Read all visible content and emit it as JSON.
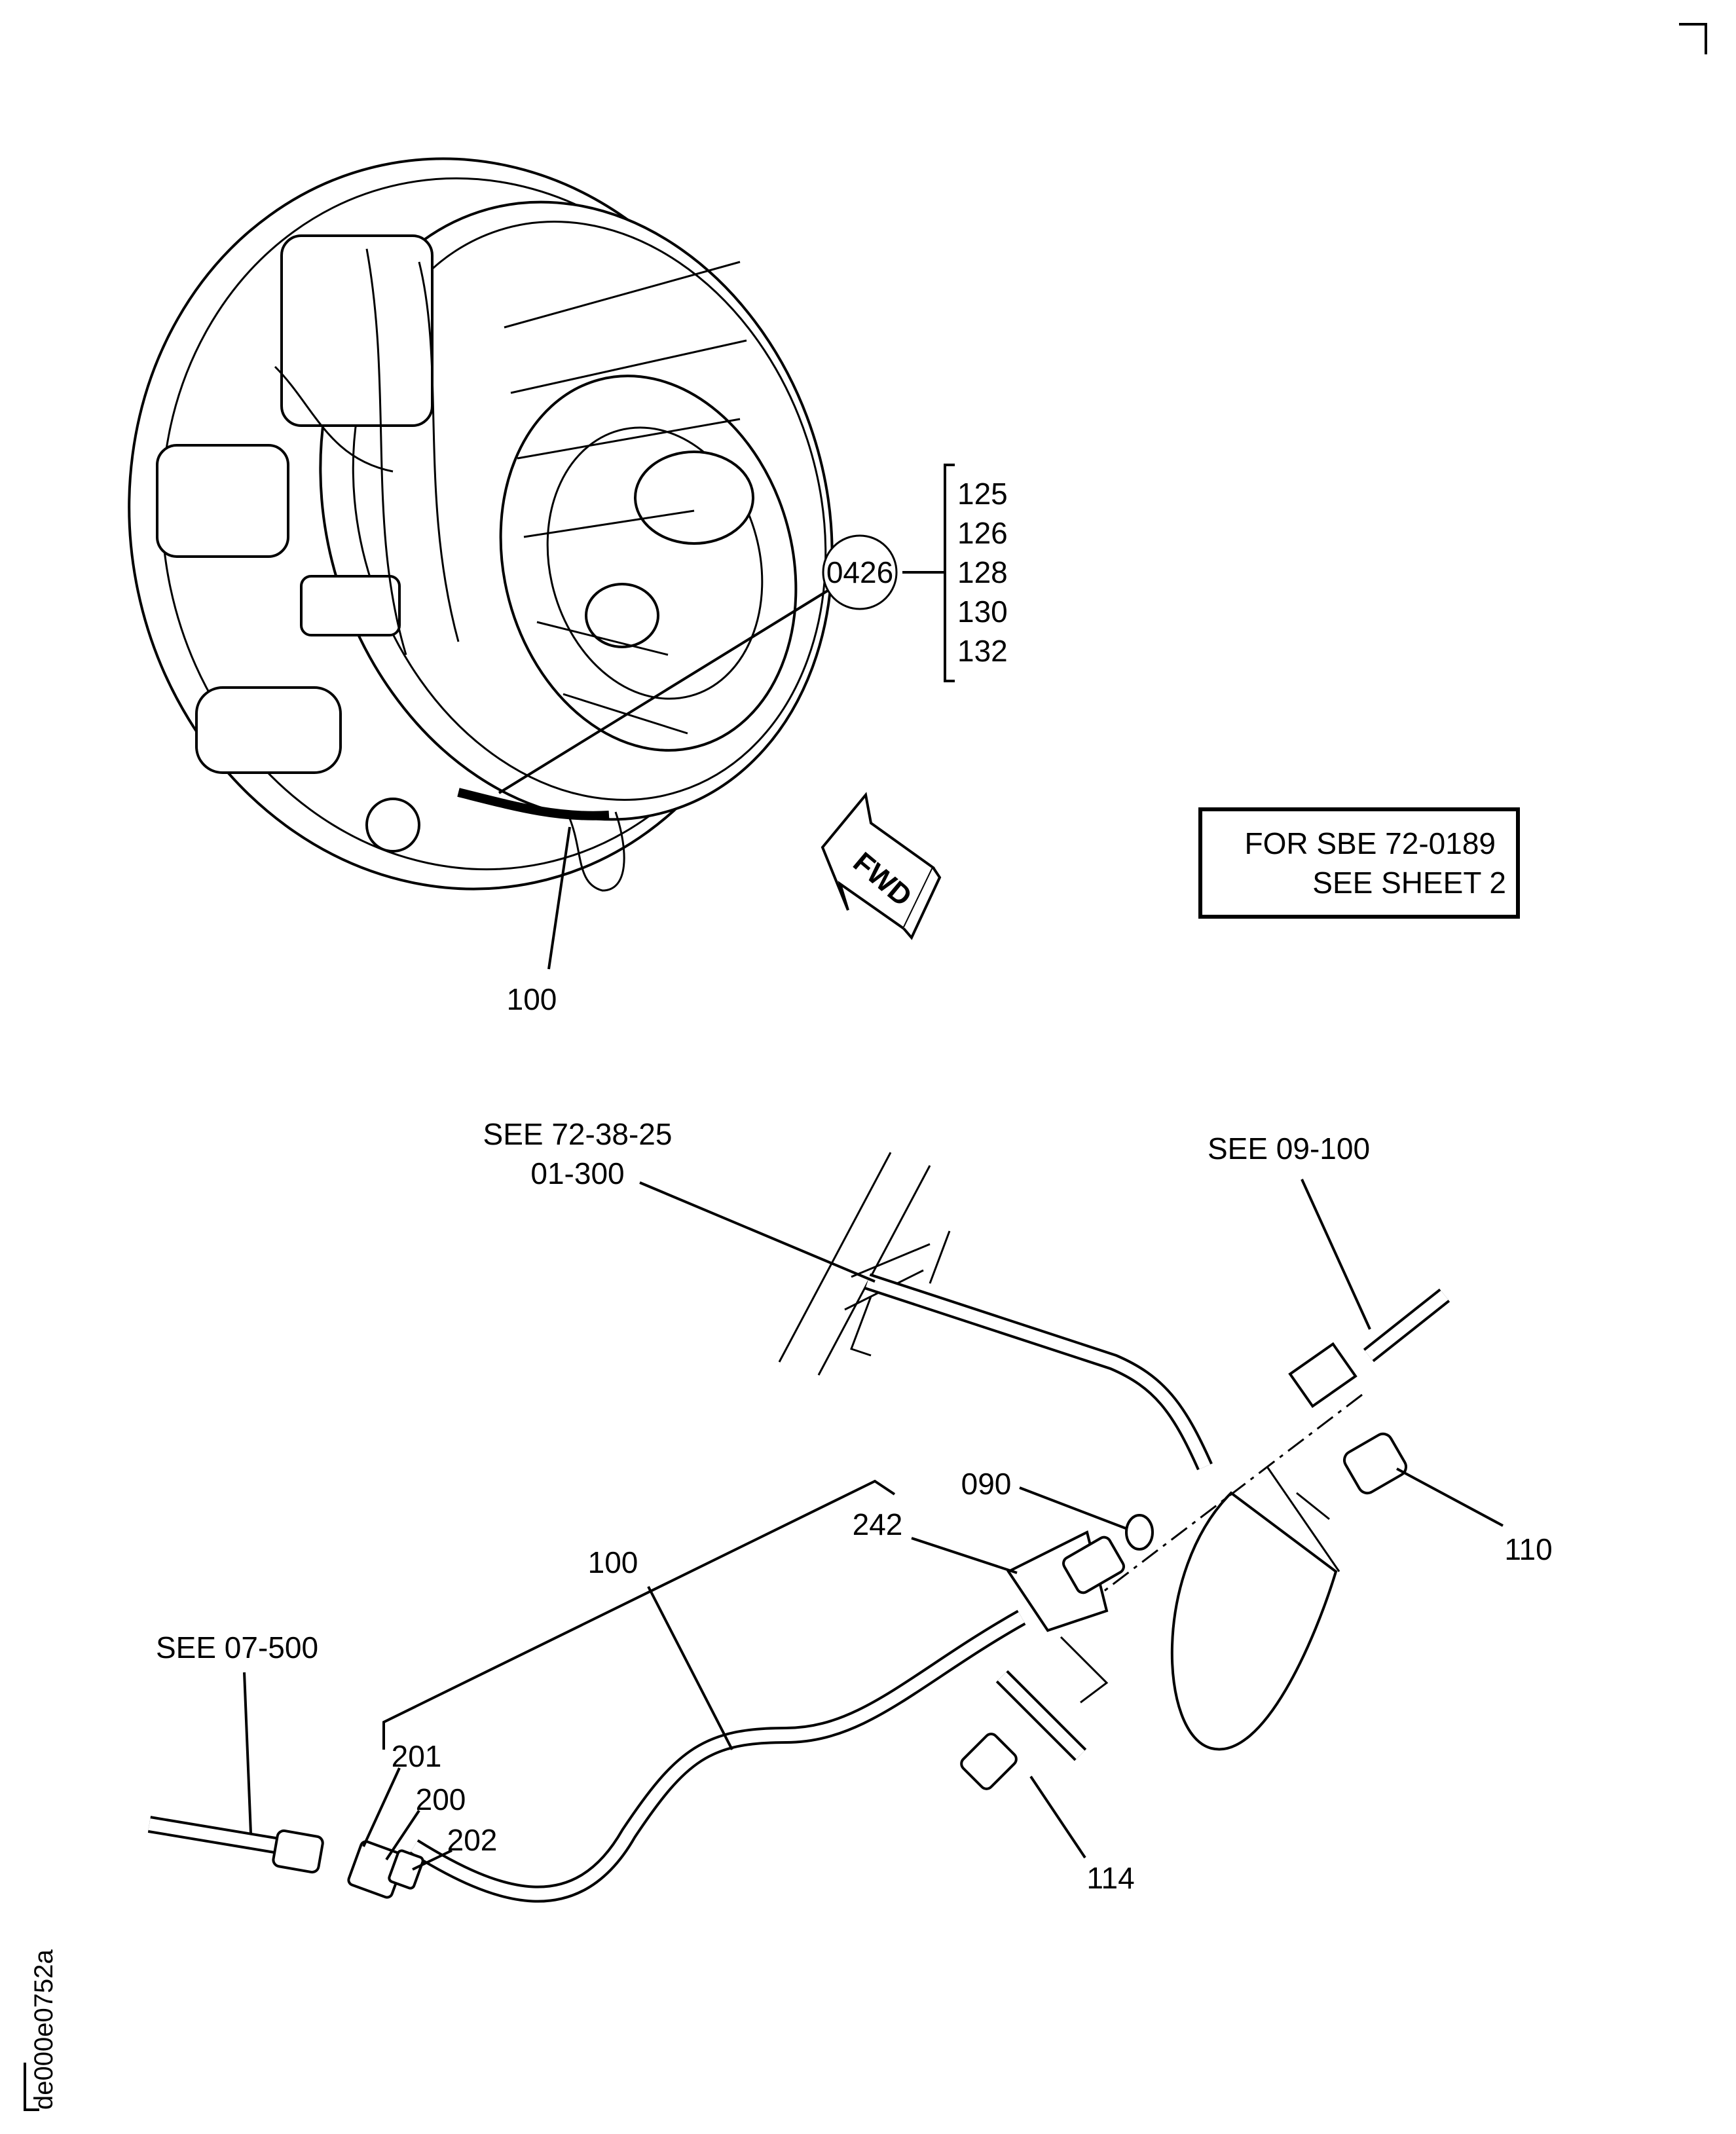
{
  "figure_id": "de000e0752a",
  "upper_view": {
    "callout_circle": "0426",
    "bracket_items": [
      "125",
      "126",
      "128",
      "130",
      "132"
    ],
    "item_100": "100",
    "fwd_arrow": "FWD",
    "note_box": {
      "line1": "FOR SBE 72-0189",
      "line2": "SEE SHEET 2"
    }
  },
  "lower_view": {
    "ref_72_38_25": {
      "line1": "SEE 72-38-25",
      "line2": "01-300"
    },
    "ref_09_100": "SEE 09-100",
    "ref_07_500": "SEE 07-500",
    "items": {
      "i090": "090",
      "i110": "110",
      "i242": "242",
      "i100": "100",
      "i201": "201",
      "i200": "200",
      "i202": "202",
      "i114": "114"
    }
  }
}
